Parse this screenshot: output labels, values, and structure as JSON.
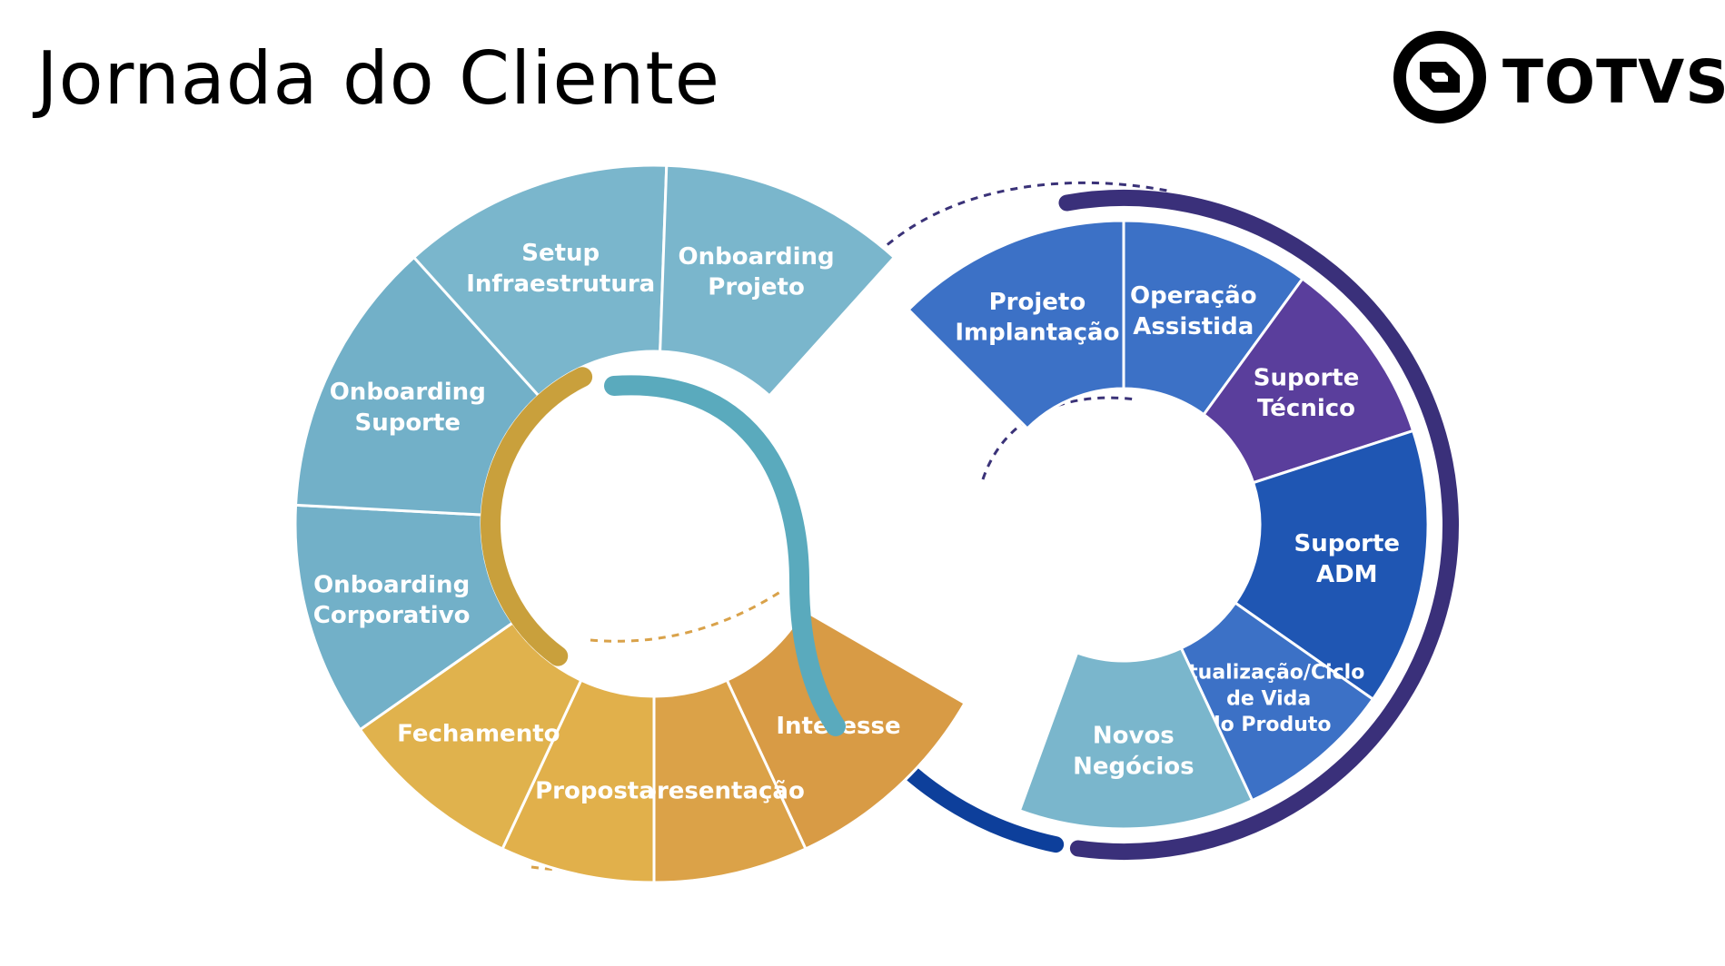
{
  "header": {
    "title": "Jornada do Cliente"
  },
  "logo": {
    "text": "TOTVS",
    "icon": "totvs-logo-icon"
  },
  "colors": {
    "sales": [
      "#d89b45",
      "#dba248",
      "#e1b04b",
      "#e0b24d"
    ],
    "onboarding": "#72b0c8",
    "support_light": "#7ab6cc",
    "blue_mid": "#3c71c6",
    "blue_dark": "#1f56b3",
    "purple": "#5a3e9c",
    "arc_dark_blue": "#0d3f9b",
    "arc_purple": "#3a307a"
  },
  "left_ring": {
    "segments": [
      {
        "label": [
          "Interesse"
        ]
      },
      {
        "label": [
          "Apresentação"
        ]
      },
      {
        "label": [
          "Proposta"
        ]
      },
      {
        "label": [
          "Fechamento"
        ]
      },
      {
        "label": [
          "Onboarding",
          "Corporativo"
        ]
      },
      {
        "label": [
          "Onboarding",
          "Suporte"
        ]
      },
      {
        "label": [
          "Setup",
          "Infraestrutura"
        ]
      },
      {
        "label": [
          "Onboarding",
          "Projeto"
        ]
      }
    ]
  },
  "right_ring": {
    "segments": [
      {
        "label": [
          "Projeto",
          "Implantação"
        ]
      },
      {
        "label": [
          "Operação",
          "Assistida"
        ]
      },
      {
        "label": [
          "Suporte",
          "Técnico"
        ]
      },
      {
        "label": [
          "Suporte",
          "ADM"
        ]
      },
      {
        "label": [
          "Atualização/Ciclo",
          "de Vida",
          "do Produto"
        ]
      },
      {
        "label": [
          "Novos",
          "Negócios"
        ]
      }
    ]
  }
}
